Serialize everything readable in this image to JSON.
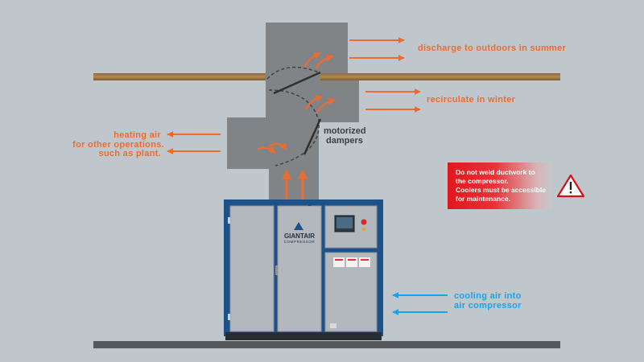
{
  "labels": {
    "discharge": "discharge to outdoors in summer",
    "recirculate": "recirculate in winter",
    "heating_line1": "heating air",
    "heating_line2": "for other operations.",
    "heating_line3": "such as plant.",
    "dampers_line1": "motorized",
    "dampers_line2": "dampers",
    "cooling_line1": "cooling air into",
    "cooling_line2": "air compressor"
  },
  "warning": {
    "line1": "Do not weld ductwork to",
    "line2": "the compressor.",
    "line3": "Coolers must be accessible",
    "line4": "for maintenance.",
    "icon": "warning-triangle-icon"
  },
  "compressor": {
    "brand": "GIANTAIR",
    "subtitle": "COMPRESSOR"
  },
  "colors": {
    "background": "#bfc7cc",
    "duct": "#808486",
    "orange_arrow": "#ee6b2f",
    "blue_arrow": "#1aa3e6",
    "compressor_frame": "#1d5189",
    "panel": "#b3b8bd",
    "warning_red": "#e4161b"
  }
}
